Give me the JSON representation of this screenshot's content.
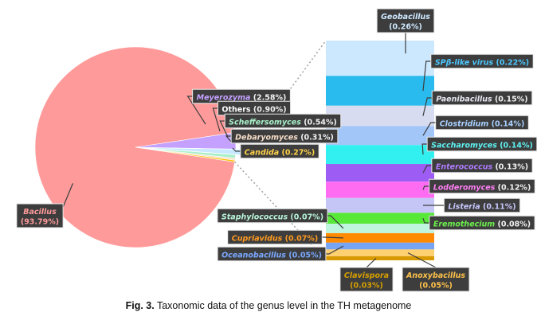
{
  "chart_data": {
    "type": "bar-of-pie",
    "pie": [
      {
        "genus": "Bacillus",
        "value": 93.79,
        "label": "Bacillus",
        "pct": "(93.79%)",
        "color": "#ff9a9a",
        "text_color": "#ff9a9a"
      },
      {
        "genus": "Meyerozyma",
        "value": 2.58,
        "label": "Meyerozyma",
        "pct": "(2.58%)",
        "color": "#c4a0ff",
        "text_color": "#c4a0ff"
      },
      {
        "genus": "Others",
        "value": 0.9,
        "label": "Others",
        "pct": "(0.90%)",
        "color": "#c8e8ff",
        "text_color": "#ffffff"
      },
      {
        "genus": "Scheffersomyces",
        "value": 0.54,
        "label": "Scheffersomyces",
        "pct": "(0.54%)",
        "color": "#a8f0c8",
        "text_color": "#a8f0c8"
      },
      {
        "genus": "Debaryomyces",
        "value": 0.31,
        "label": "Debaryomyces",
        "pct": "(0.31%)",
        "color": "#f6ddc8",
        "text_color": "#f6ddc8"
      },
      {
        "genus": "Candida",
        "value": 0.27,
        "label": "Candida",
        "pct": "(0.27%)",
        "color": "#ffc000",
        "text_color": "#ffd24a"
      }
    ],
    "bar": [
      {
        "genus": "Geobacillus",
        "value": 0.26,
        "label": "Geobacillus",
        "pct": "(0.26%)",
        "color": "#cce8ff",
        "text_color": "#cfe9ff"
      },
      {
        "genus": "SPβ-like virus",
        "value": 0.22,
        "label": "SPβ-like virus",
        "pct": "(0.22%)",
        "color": "#29bbee",
        "text_color": "#4cc8ff"
      },
      {
        "genus": "Paenibacillus",
        "value": 0.15,
        "label": "Paenibacillus",
        "pct": "(0.15%)",
        "color": "#d7dcf0",
        "text_color": "#e6e6f2"
      },
      {
        "genus": "Clostridium",
        "value": 0.14,
        "label": "Clostridium",
        "pct": "(0.14%)",
        "color": "#a2c6f8",
        "text_color": "#a8d0ff"
      },
      {
        "genus": "Saccharomyces",
        "value": 0.14,
        "label": "Saccharomyces",
        "pct": "(0.14%)",
        "color": "#33f0f0",
        "text_color": "#5ff2f2"
      },
      {
        "genus": "Enterococcus",
        "value": 0.13,
        "label": "Enterococcus",
        "pct": "(0.13%)",
        "color": "#9d5cf3",
        "text_color": "#b07cff"
      },
      {
        "genus": "Lodderomyces",
        "value": 0.12,
        "label": "Lodderomyces",
        "pct": "(0.12%)",
        "color": "#ff6cf2",
        "text_color": "#ff7ef4"
      },
      {
        "genus": "Listeria",
        "value": 0.11,
        "label": "Listeria",
        "pct": "(0.11%)",
        "color": "#c6c6f6",
        "text_color": "#c8c8ff"
      },
      {
        "genus": "Eremothecium",
        "value": 0.08,
        "label": "Eremothecium",
        "pct": "(0.08%)",
        "color": "#58e838",
        "text_color": "#6cf04c"
      },
      {
        "genus": "Staphylococcus",
        "value": 0.07,
        "label": "Staphylococcus",
        "pct": "(0.07%)",
        "color": "#bff5df",
        "text_color": "#b8f5d9"
      },
      {
        "genus": "Cupriavidus",
        "value": 0.07,
        "label": "Cupriavidus",
        "pct": "(0.07%)",
        "color": "#ff8a00",
        "text_color": "#ff9a20"
      },
      {
        "genus": "Oceanobacillus",
        "value": 0.05,
        "label": "Oceanobacillus",
        "pct": "(0.05%)",
        "color": "#78a4f4",
        "text_color": "#7aa8ff"
      },
      {
        "genus": "Anoxybacillus",
        "value": 0.05,
        "label": "Anoxybacillus",
        "pct": "(0.05%)",
        "color": "#ffd070",
        "text_color": "#ffc24a"
      },
      {
        "genus": "Clavispora",
        "value": 0.03,
        "label": "Clavispora",
        "pct": "(0.03%)",
        "color": "#d79a00",
        "text_color": "#d8a000"
      }
    ],
    "exploded_slice": "Others"
  },
  "caption": {
    "prefix": "Fig. 3.",
    "text": " Taxonomic data of the genus level in the TH metagenome"
  }
}
